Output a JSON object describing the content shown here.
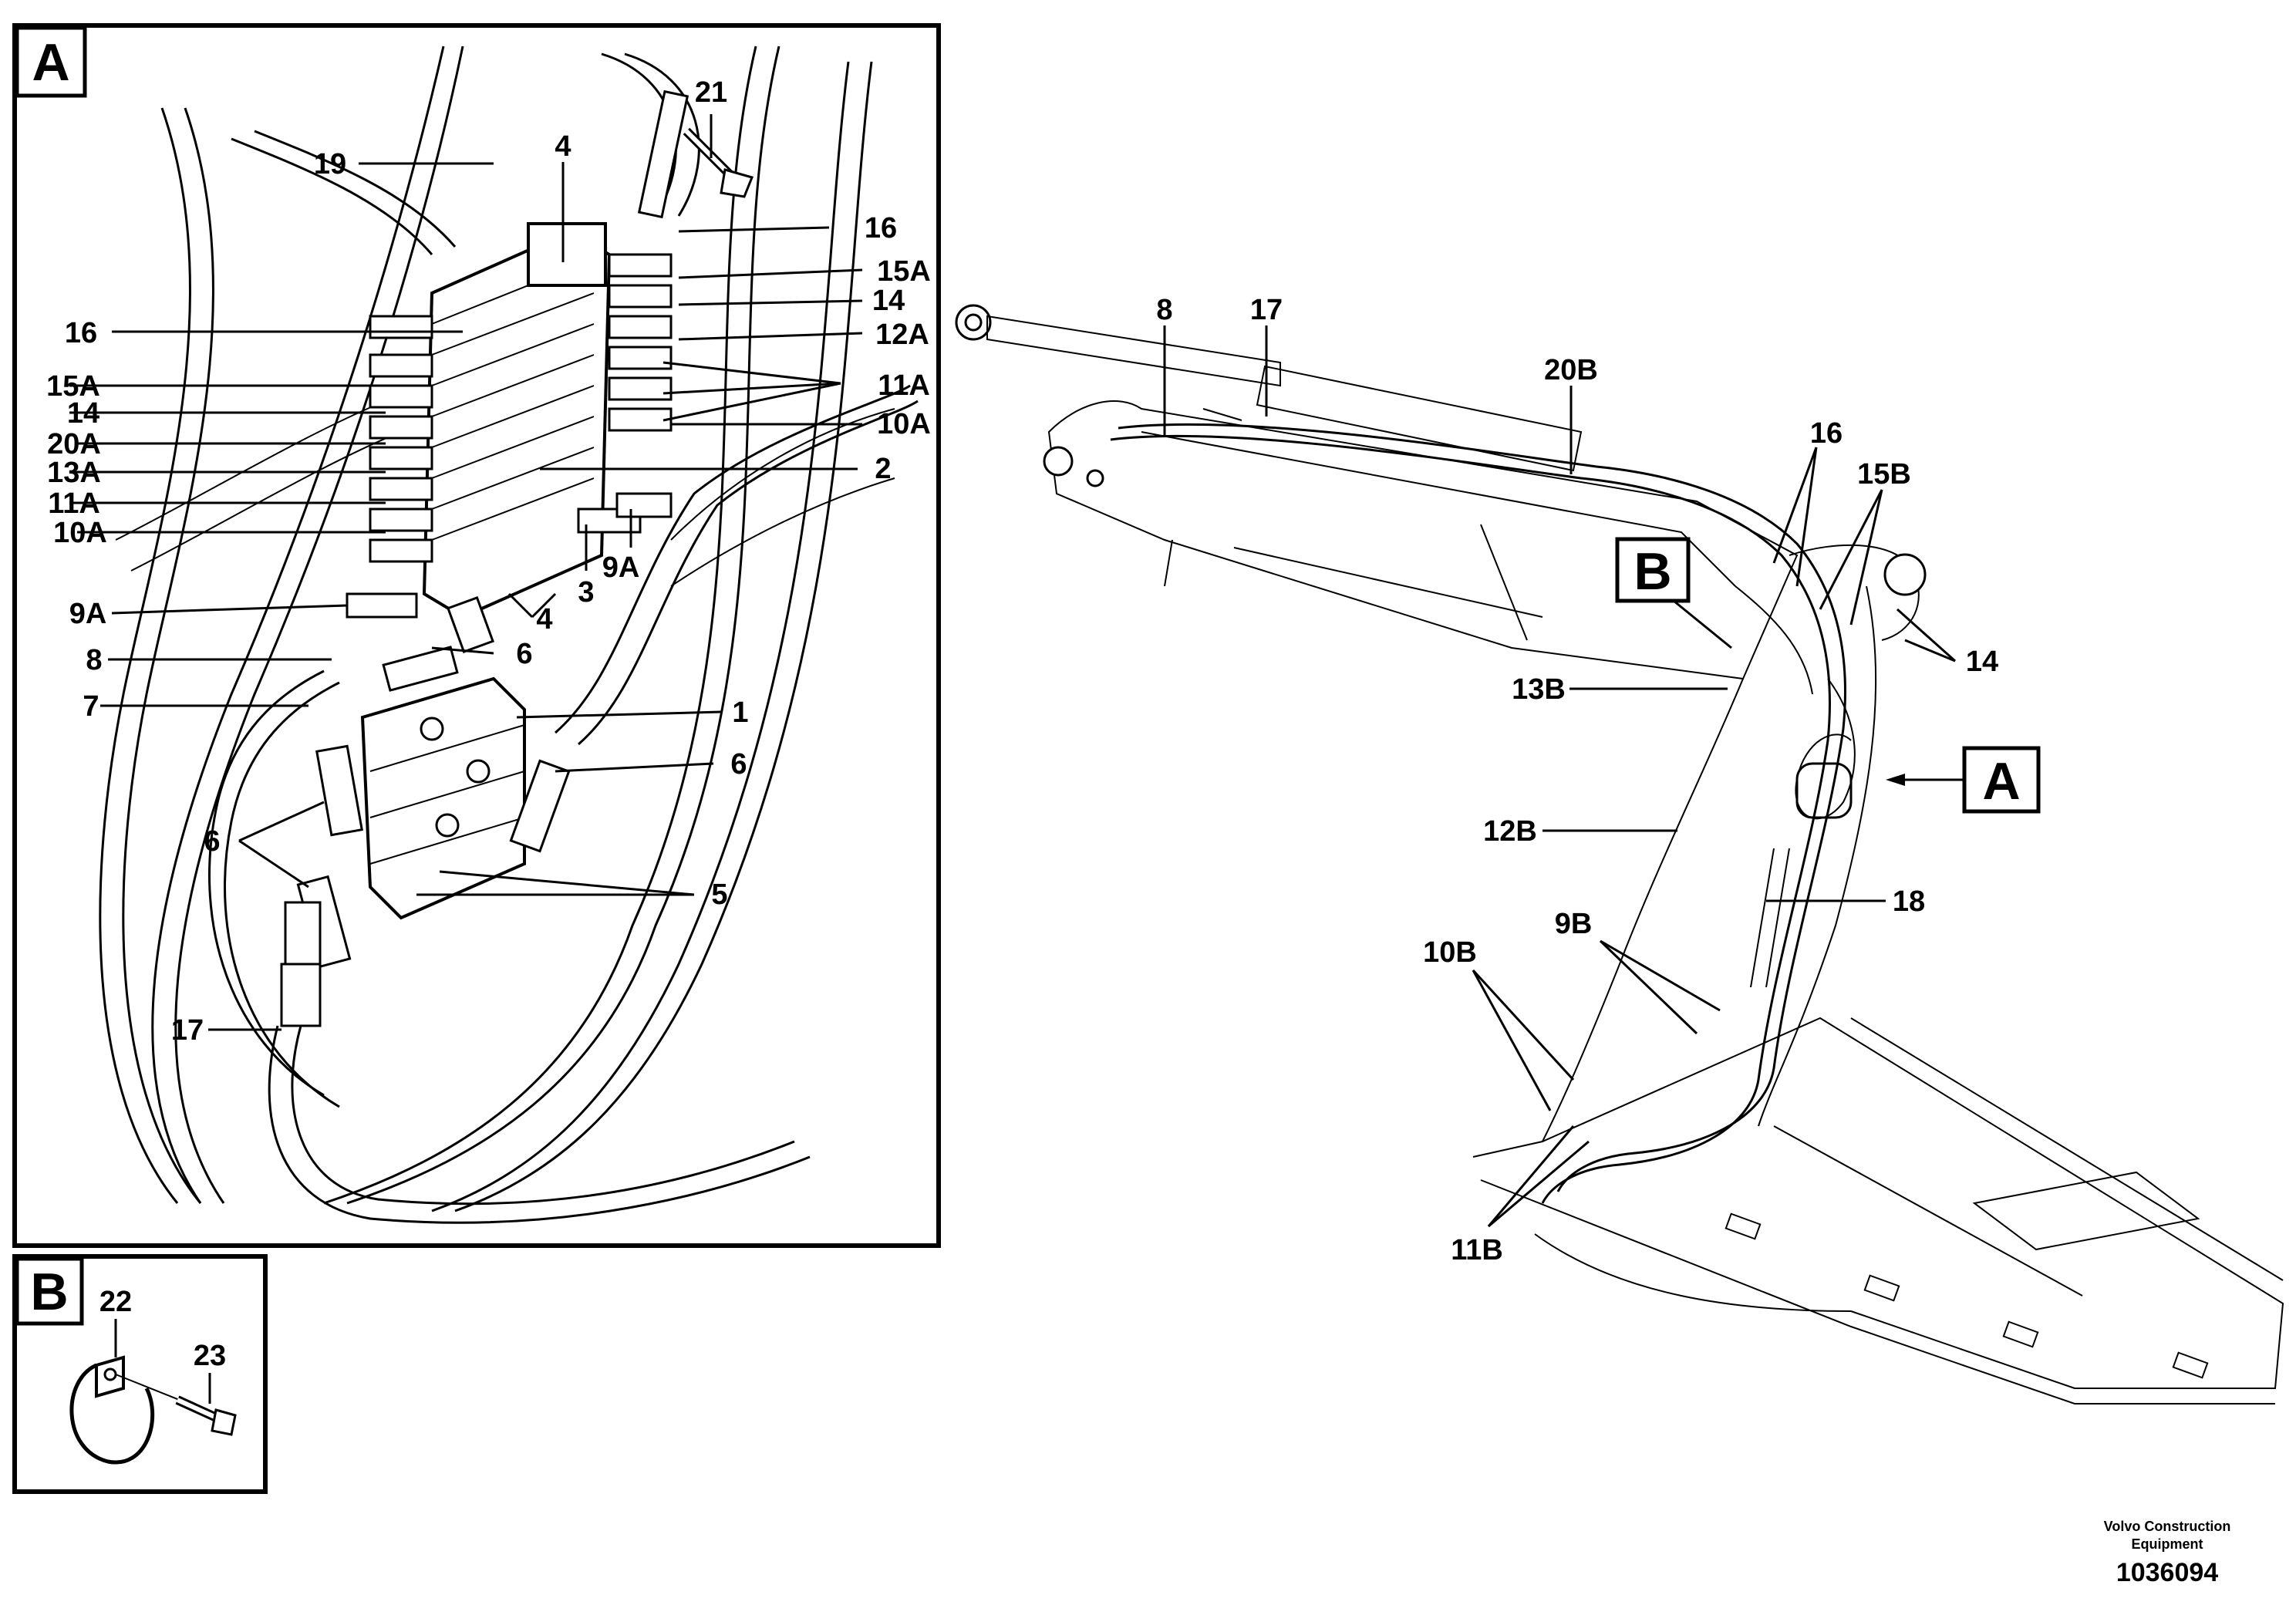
{
  "detail_a": {
    "tag": "A",
    "callouts": [
      "21",
      "19",
      "4",
      "16",
      "15A",
      "14",
      "12A",
      "11A",
      "10A",
      "2",
      "16",
      "15A",
      "14",
      "20A",
      "13A",
      "11A",
      "10A",
      "9A",
      "3",
      "9A",
      "4",
      "8",
      "6",
      "7",
      "1",
      "6",
      "6",
      "5",
      "17"
    ]
  },
  "detail_b": {
    "tag": "B",
    "callouts": [
      "22",
      "23"
    ]
  },
  "main_view": {
    "callouts": [
      "8",
      "17",
      "20B",
      "16",
      "15B",
      "14",
      "13B",
      "12B",
      "18",
      "9B",
      "10B",
      "11B"
    ],
    "marker_b": "B",
    "marker_a": "A"
  },
  "footer": {
    "brand_line1": "Volvo Construction",
    "brand_line2": "Equipment",
    "drawing_number": "1036094"
  }
}
